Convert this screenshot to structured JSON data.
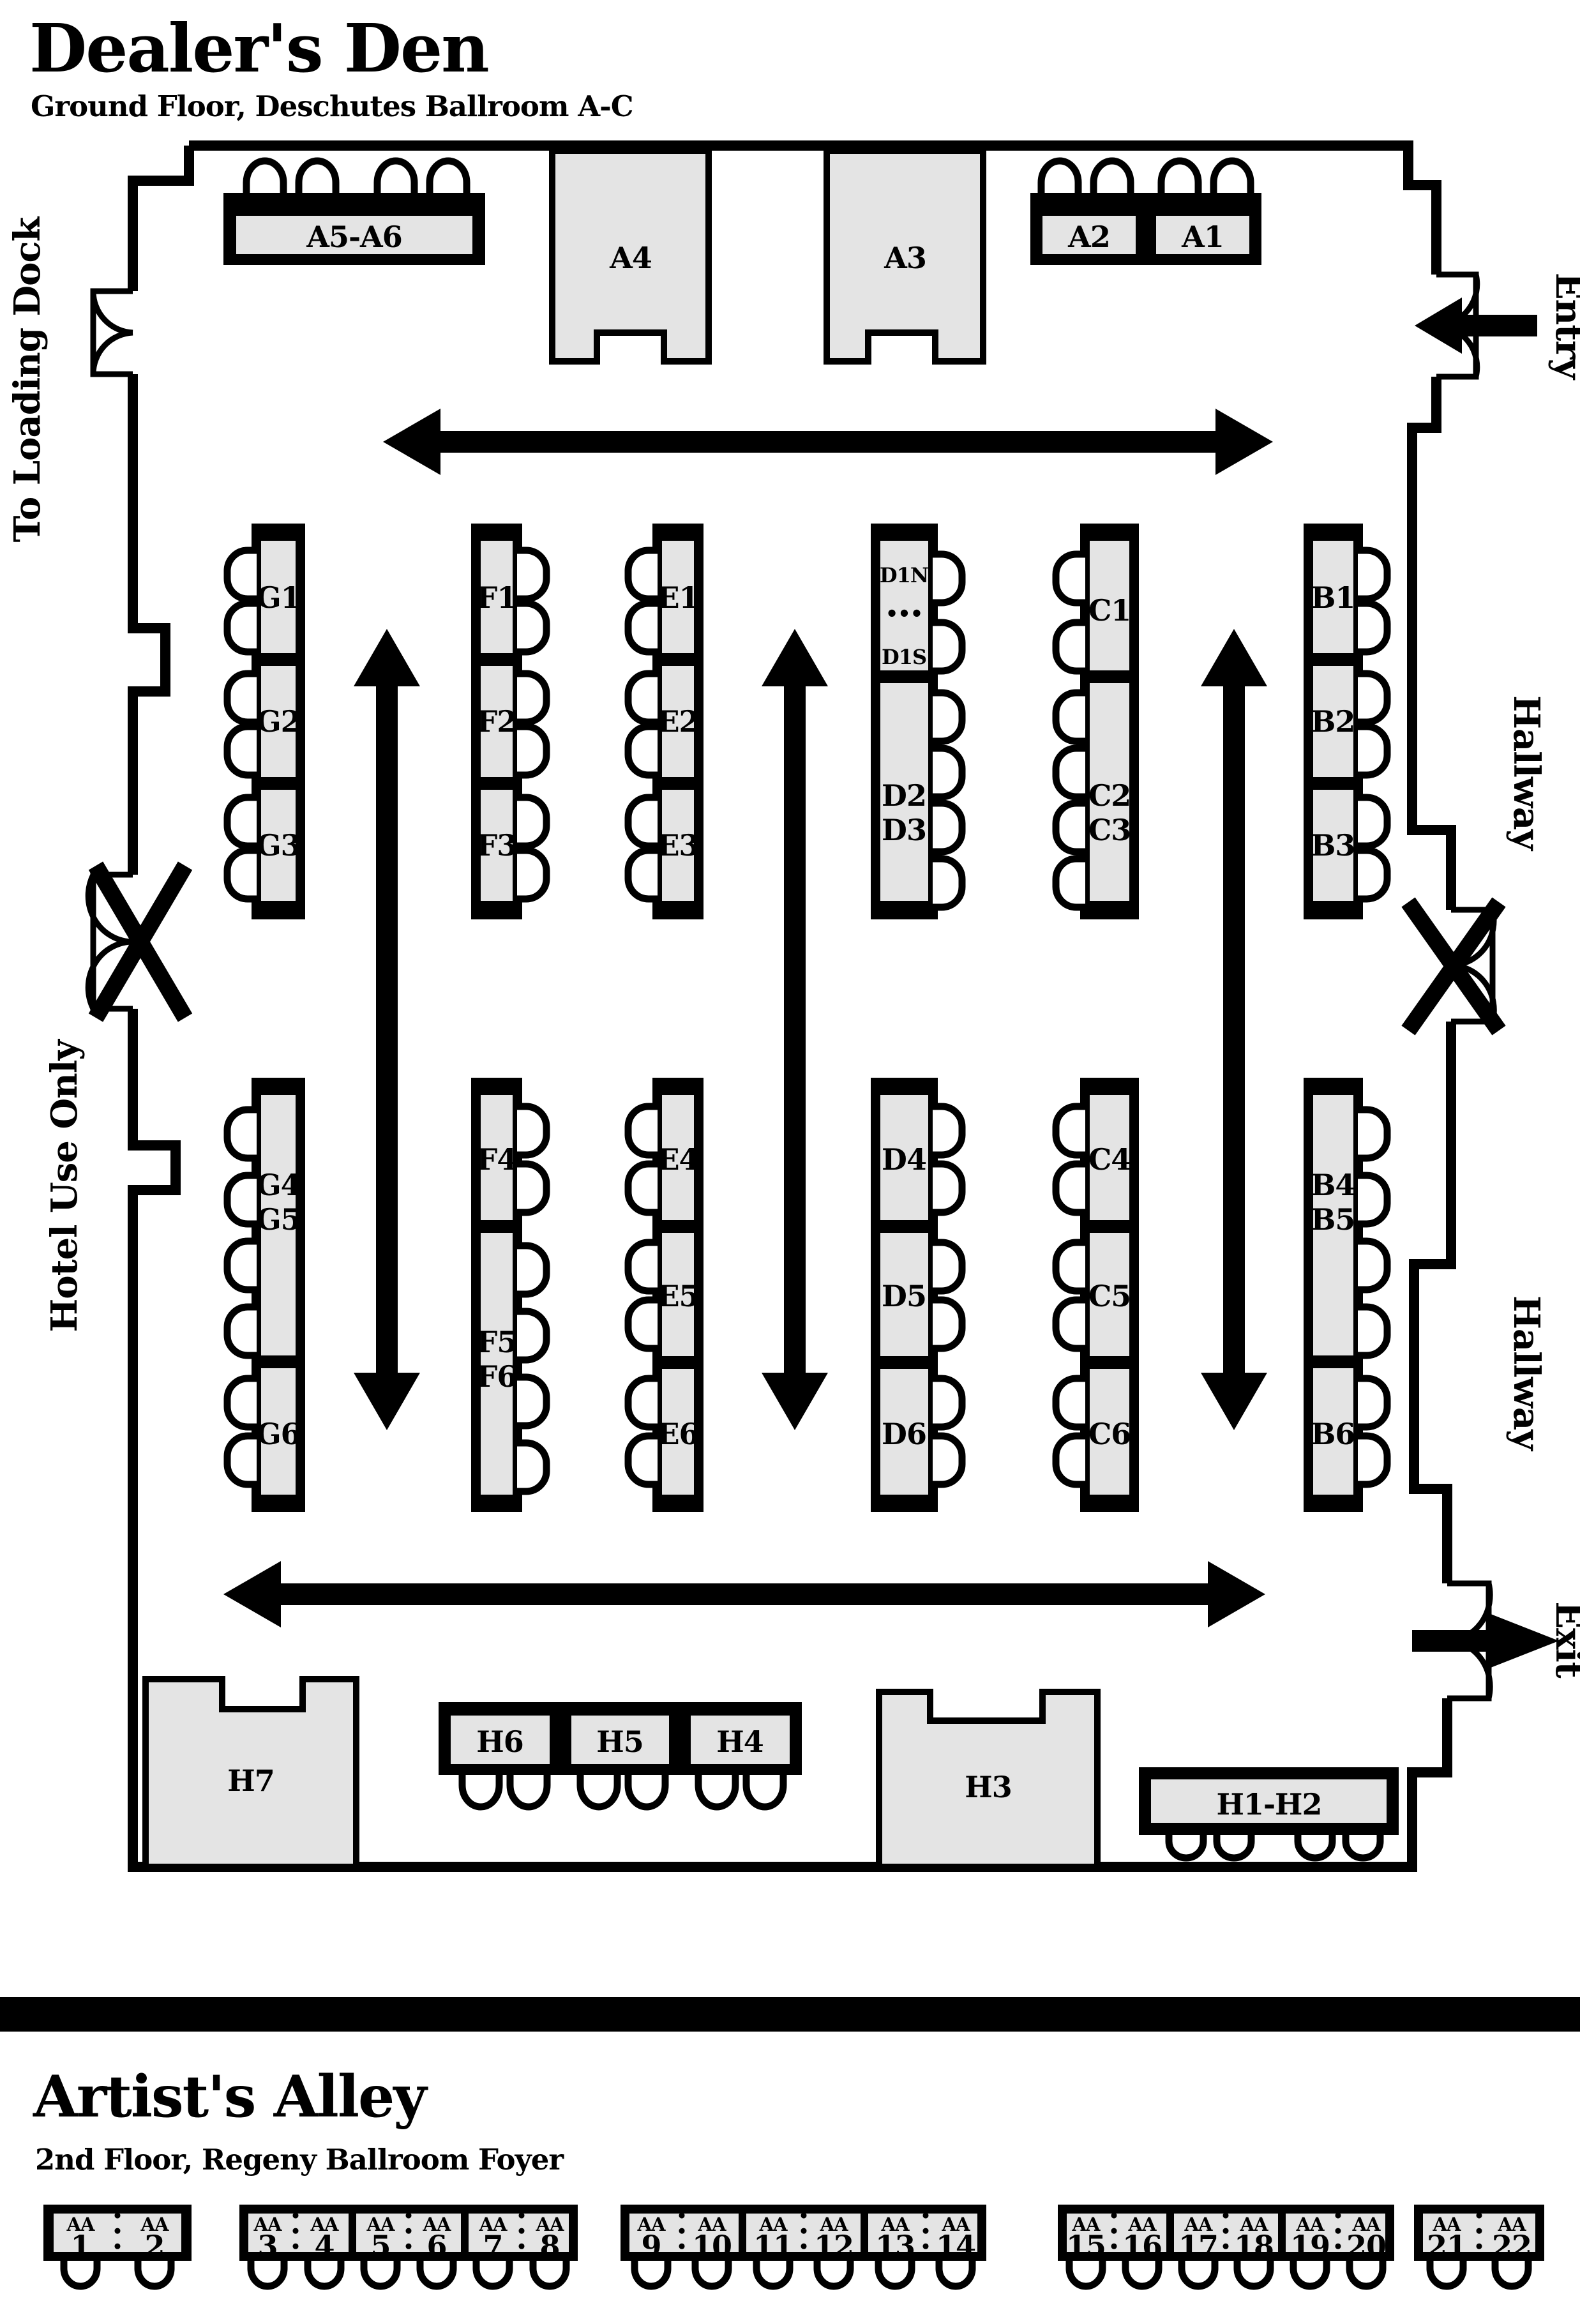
{
  "dealers_den": {
    "title": "Dealer's Den",
    "subtitle": "Ground Floor, Deschutes Ballroom A-C",
    "labels": {
      "loading_dock": "To Loading Dock",
      "hotel_use": "Hotel Use Only",
      "entry": "Entry",
      "hallway_upper": "Hallway",
      "hallway_lower": "Hallway",
      "exit": "Exit"
    },
    "booths": {
      "a5a6": "A5-A6",
      "a4": "A4",
      "a3": "A3",
      "a2": "A2",
      "a1": "A1",
      "g1": "G1",
      "g2": "G2",
      "g3": "G3",
      "f1": "F1",
      "f2": "F2",
      "f3": "F3",
      "e1": "E1",
      "e2": "E2",
      "e3": "E3",
      "d1n": "D1N",
      "d1_dots": "•••",
      "d1s": "D1S",
      "d2": "D2",
      "d3": "D3",
      "c1": "C1",
      "c2": "C2",
      "c3": "C3",
      "b1": "B1",
      "b2": "B2",
      "b3": "B3",
      "g4": "G4",
      "g5": "G5",
      "g6": "G6",
      "f4": "F4",
      "f5": "F5",
      "f6": "F6",
      "e4": "E4",
      "e5": "E5",
      "e6": "E6",
      "d4": "D4",
      "d5": "D5",
      "d6": "D6",
      "c4": "C4",
      "c5": "C5",
      "c6": "C6",
      "b4": "B4",
      "b5": "B5",
      "b6": "B6",
      "h7": "H7",
      "h6": "H6",
      "h5": "H5",
      "h4": "H4",
      "h3": "H3",
      "h1h2": "H1-H2"
    }
  },
  "artists_alley": {
    "title": "Artist's Alley",
    "subtitle": "2nd Floor, Regeny Ballroom Foyer",
    "table_prefix": "AA",
    "table_numbers": [
      "1",
      "2",
      "3",
      "4",
      "5",
      "6",
      "7",
      "8",
      "9",
      "10",
      "11",
      "12",
      "13",
      "14",
      "15",
      "16",
      "17",
      "18",
      "19",
      "20",
      "21",
      "22"
    ]
  }
}
